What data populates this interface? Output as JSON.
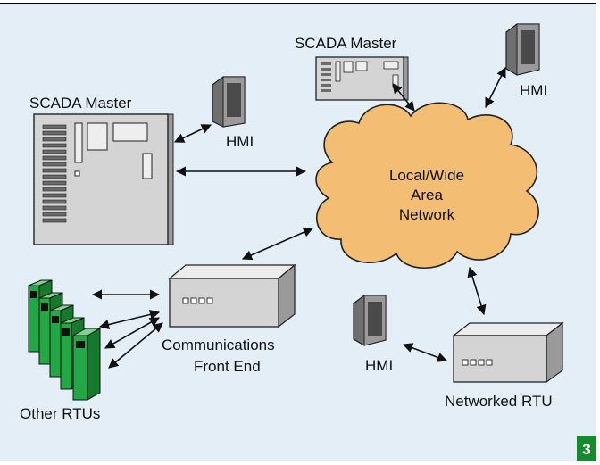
{
  "figure_number": "3",
  "colors": {
    "background": "#e3eef6",
    "cloud": "#f3bd74",
    "badge": "#168a2c",
    "rtu_green": "#24a845",
    "device": "#d4d4d4"
  },
  "nodes": {
    "scada_master_main": {
      "label": "SCADA Master"
    },
    "scada_master_top": {
      "label": "SCADA Master"
    },
    "hmi_master": {
      "label": "HMI"
    },
    "hmi_top": {
      "label": "HMI"
    },
    "hmi_rtu": {
      "label": "HMI"
    },
    "network_cloud": {
      "label_lines": [
        "Local/Wide",
        "Area",
        "Network"
      ]
    },
    "comm_front_end": {
      "label_lines": [
        "Communications",
        "Front End"
      ]
    },
    "networked_rtu": {
      "label": "Networked RTU"
    },
    "other_rtus": {
      "label": "Other RTUs"
    }
  },
  "connections": [
    {
      "from": "scada_master_main",
      "to": "hmi_master"
    },
    {
      "from": "scada_master_main",
      "to": "network_cloud"
    },
    {
      "from": "scada_master_top",
      "to": "network_cloud"
    },
    {
      "from": "hmi_top",
      "to": "network_cloud"
    },
    {
      "from": "comm_front_end",
      "to": "network_cloud"
    },
    {
      "from": "network_cloud",
      "to": "networked_rtu"
    },
    {
      "from": "hmi_rtu",
      "to": "networked_rtu"
    },
    {
      "from": "other_rtus",
      "to": "comm_front_end"
    }
  ]
}
